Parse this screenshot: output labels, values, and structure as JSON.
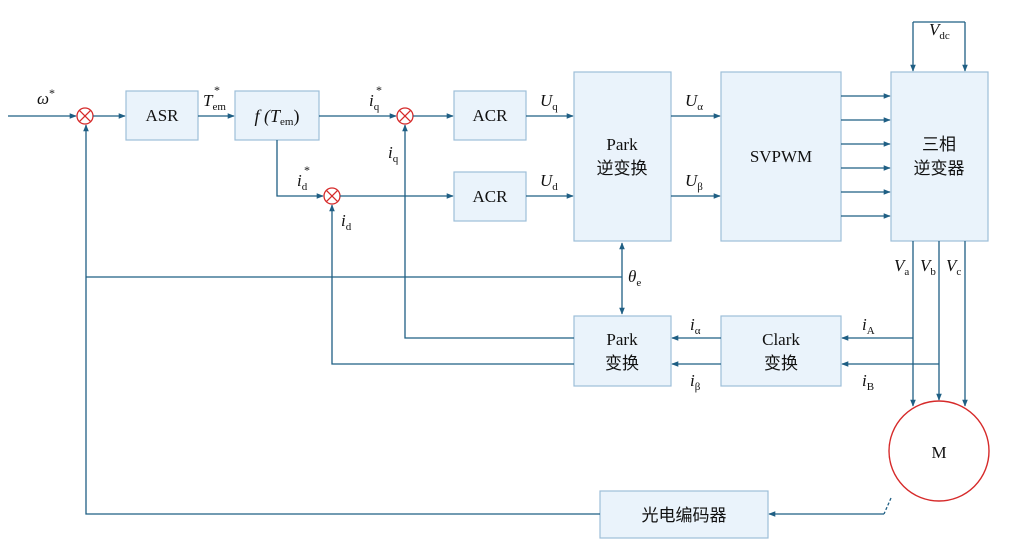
{
  "blocks": {
    "asr": "ASR",
    "f_prefix": "f (T",
    "f_sub": "em",
    "f_suffix": ")",
    "acr_q": "ACR",
    "acr_d": "ACR",
    "park_inv_1": "Park",
    "park_inv_2": "逆变换",
    "svpwm": "SVPWM",
    "inverter_1": "三相",
    "inverter_2": "逆变器",
    "park_1": "Park",
    "park_2": "变换",
    "clark_1": "Clark",
    "clark_2": "变换",
    "motor": "M",
    "encoder": "光电编码器"
  },
  "signals": {
    "omega": "ω",
    "star": "*",
    "tem_main": "T",
    "tem_sub": "em",
    "iq_main": "i",
    "iq_sub": "q",
    "id_main": "i",
    "id_sub": "d",
    "uq_main": "U",
    "uq_sub": "q",
    "ud_main": "U",
    "ud_sub": "d",
    "ualpha_main": "U",
    "ualpha_sub": "α",
    "ubeta_main": "U",
    "ubeta_sub": "β",
    "theta_main": "θ",
    "theta_sub": "e",
    "ialpha_main": "i",
    "ialpha_sub": "α",
    "ibeta_main": "i",
    "ibeta_sub": "β",
    "ia_main": "i",
    "ia_sub": "A",
    "ib_main": "i",
    "ib_sub": "B",
    "va_main": "V",
    "va_sub": "a",
    "vb_main": "V",
    "vb_sub": "b",
    "vc_main": "V",
    "vc_sub": "c",
    "vdc_main": "V",
    "vdc_sub": "dc"
  },
  "colors": {
    "line": "#1f5f84",
    "block_fill": "#eaf3fb",
    "block_border": "#9dbfd8",
    "summer": "#d62a2a"
  }
}
